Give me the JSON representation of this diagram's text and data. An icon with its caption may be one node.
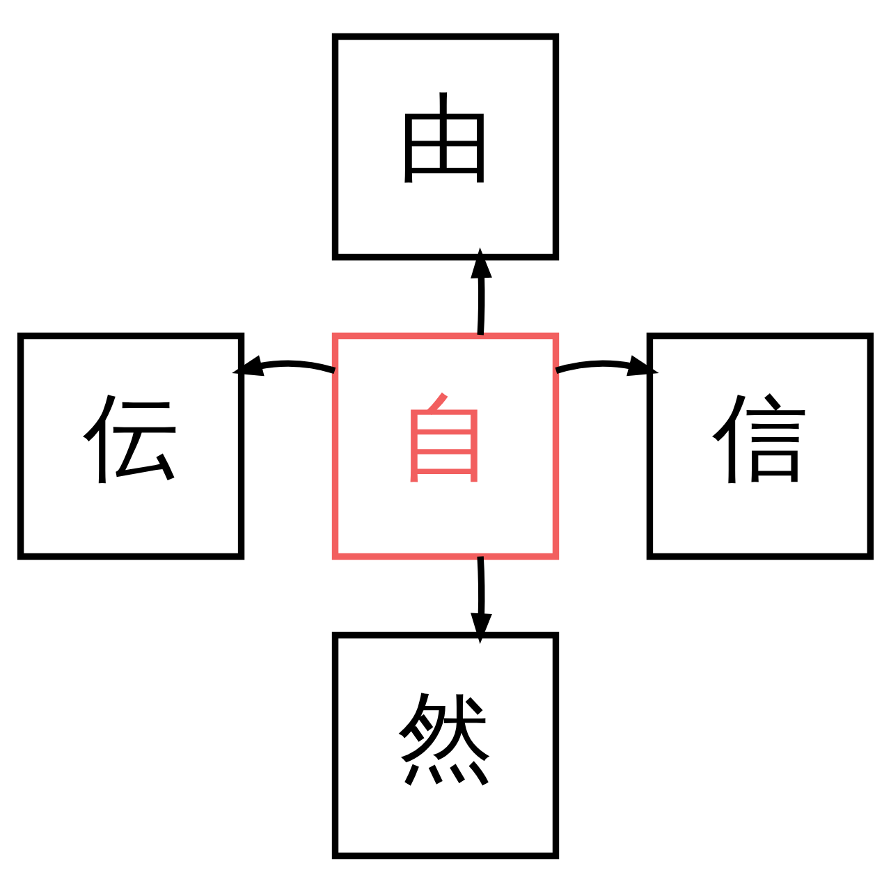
{
  "diagram": {
    "nodes": [
      {
        "text": [
          "由"
        ]
      },
      {
        "text": [
          "伝"
        ]
      },
      {
        "text": [
          "自"
        ]
      },
      {
        "text": [
          "信"
        ]
      },
      {
        "text": [
          "然"
        ]
      }
    ],
    "edges": [
      {
        "from": 2,
        "to": 0,
        "arrow": "to"
      },
      {
        "from": 2,
        "to": 1,
        "arrow": "to"
      },
      {
        "from": 2,
        "to": 3,
        "arrow": "to"
      },
      {
        "from": 2,
        "to": 4,
        "arrow": "to"
      }
    ]
  }
}
